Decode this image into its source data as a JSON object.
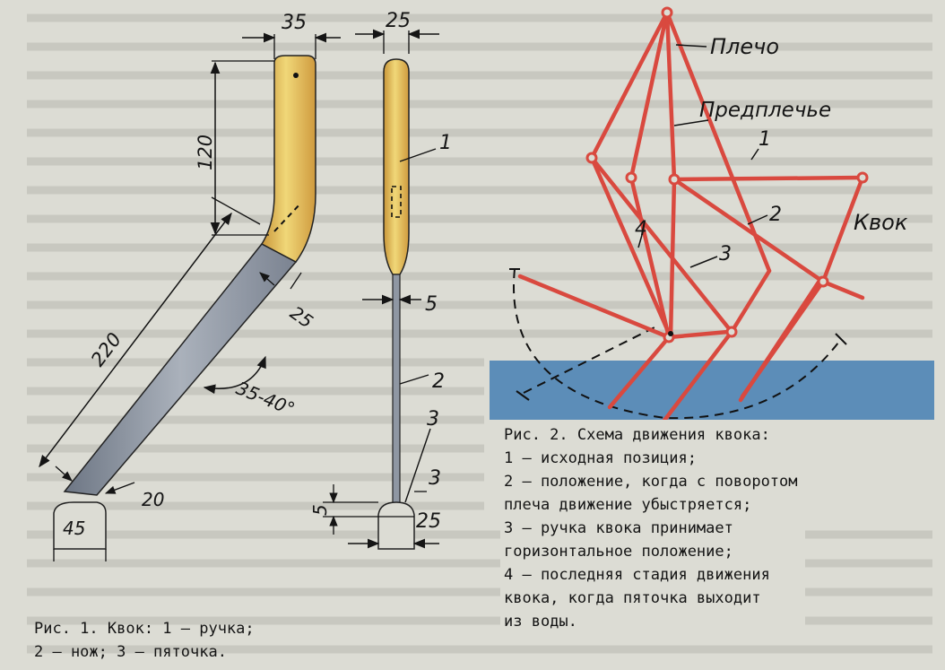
{
  "fig1": {
    "dims": {
      "width_top": "35",
      "blade_top": "25",
      "handle_len": "120",
      "total_len": "220",
      "neck_width": "25",
      "angle": "35-40°",
      "heel_width": "20",
      "heel_base": "45",
      "narrow": "5",
      "side_5": "5",
      "heel_thickness": "3",
      "heel_side": "25"
    },
    "parts": {
      "p1": "1",
      "p2": "2",
      "p3": "3"
    }
  },
  "fig2": {
    "labels": {
      "shoulder": "Плечо",
      "forearm": "Предплечье",
      "oar": "Квок",
      "pos1": "1",
      "pos2": "2",
      "pos3": "3",
      "pos4": "4"
    }
  },
  "caption1": {
    "line1": "Рис. 1. Квок: 1 – ручка;",
    "line2": "2 – нож; 3 – пяточка."
  },
  "caption2": {
    "title": "Рис. 2. Схема движения квока:",
    "i1": "1 – исходная позиция;",
    "i2a": "2 – положение, когда с поворотом",
    "i2b": "плеча движение убыстряется;",
    "i3a": "3 – ручка квока принимает",
    "i3b": "горизонтальное положение;",
    "i4a": "4 – последняя стадия движения",
    "i4b": "квока, когда пяточка выходит",
    "i4c": "из воды."
  },
  "colors": {
    "paper": "#dcdcd4",
    "water": "#5c8db8",
    "frame": "#d9493f",
    "handle_yellow": "#e5c25a",
    "blade_gray": "#8d95a2",
    "ink": "#151515"
  }
}
